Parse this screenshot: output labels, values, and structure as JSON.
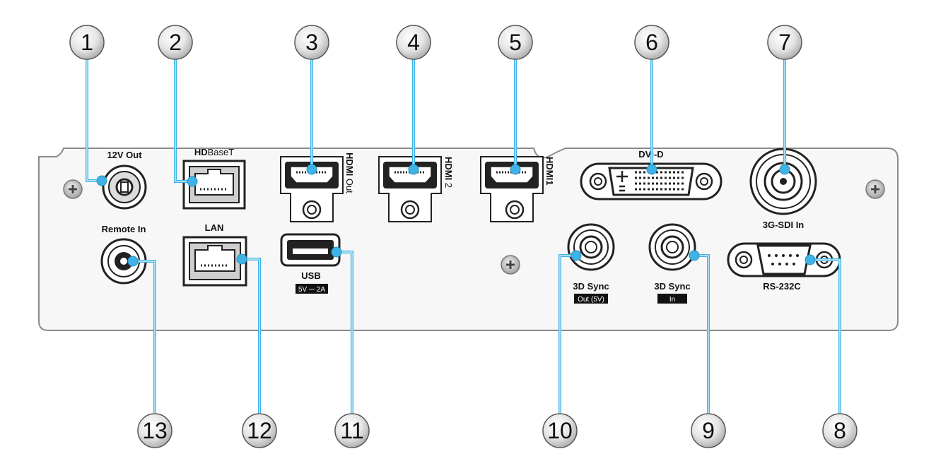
{
  "ports": {
    "p12v": "12V Out",
    "hdbaset_bold": "HD",
    "hdbaset_rest": "BaseT",
    "hdmi_out_bold": "HDMI",
    "hdmi_out_rest": " Out",
    "hdmi2_bold": "HDMI",
    "hdmi2_rest": " 2",
    "hdmi1": "HDMI1",
    "dvid": "DVI-D",
    "sdi": "3G-SDI In",
    "remote": "Remote In",
    "lan": "LAN",
    "usb": "USB",
    "usb_badge": "5V ⎓ 2A",
    "sync_out": "3D Sync",
    "sync_out_badge": "Out (5V)",
    "sync_in": "3D Sync",
    "sync_in_badge": "In",
    "rs232": "RS-232C"
  },
  "callouts": [
    "1",
    "2",
    "3",
    "4",
    "5",
    "6",
    "7",
    "8",
    "9",
    "10",
    "11",
    "12",
    "13"
  ],
  "colors": {
    "leader": "#3fb3e6",
    "panel_stroke": "#8a8a8a",
    "panel_fill": "#f7f7f7"
  }
}
